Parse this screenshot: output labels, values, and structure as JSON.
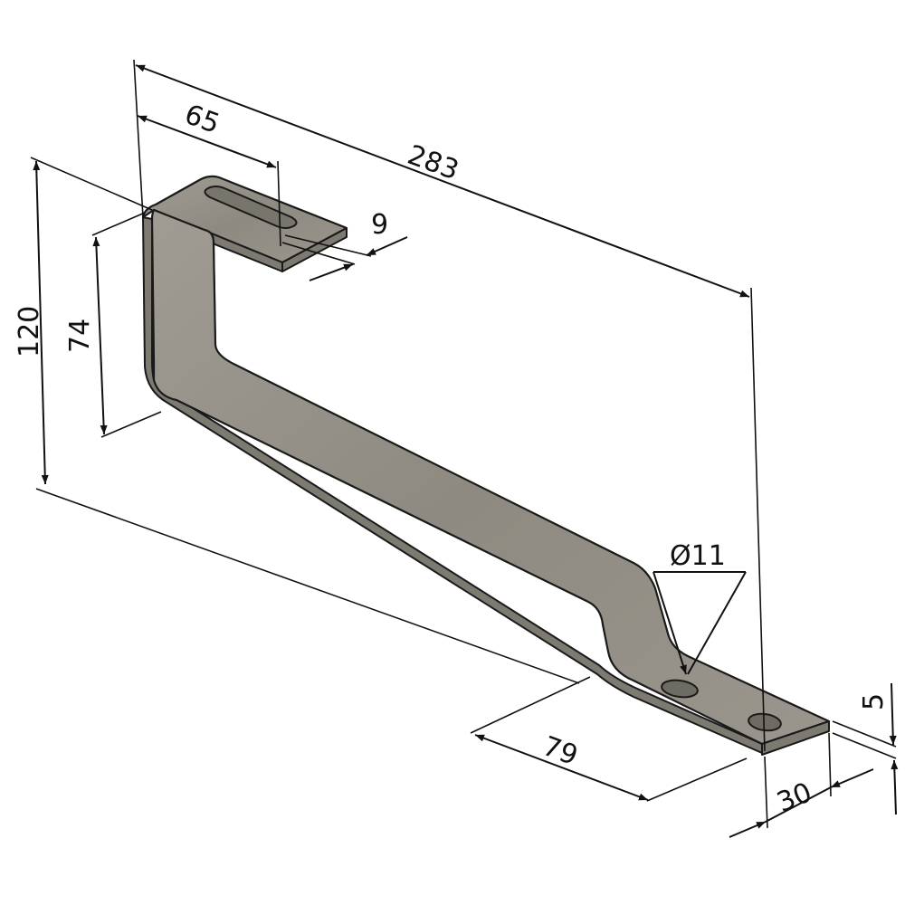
{
  "drawing": {
    "subject": "Roof hook bracket (isometric view)",
    "part_color": "#8f8b82",
    "line_color": "#111111",
    "background": "#ffffff"
  },
  "dimensions": {
    "overall_length": {
      "label": "283",
      "value": 283
    },
    "top_hook_length": {
      "label": "65",
      "value": 65
    },
    "slot_width": {
      "label": "9",
      "value": 9
    },
    "overall_height": {
      "label": "120",
      "value": 120
    },
    "inner_height": {
      "label": "74",
      "value": 74
    },
    "hole_diameter": {
      "label": "Ø11",
      "symbol": "Ø",
      "value": 11
    },
    "foot_length": {
      "label": "79",
      "value": 79
    },
    "thickness": {
      "label": "5",
      "value": 5
    },
    "width": {
      "label": "30",
      "value": 30
    }
  }
}
